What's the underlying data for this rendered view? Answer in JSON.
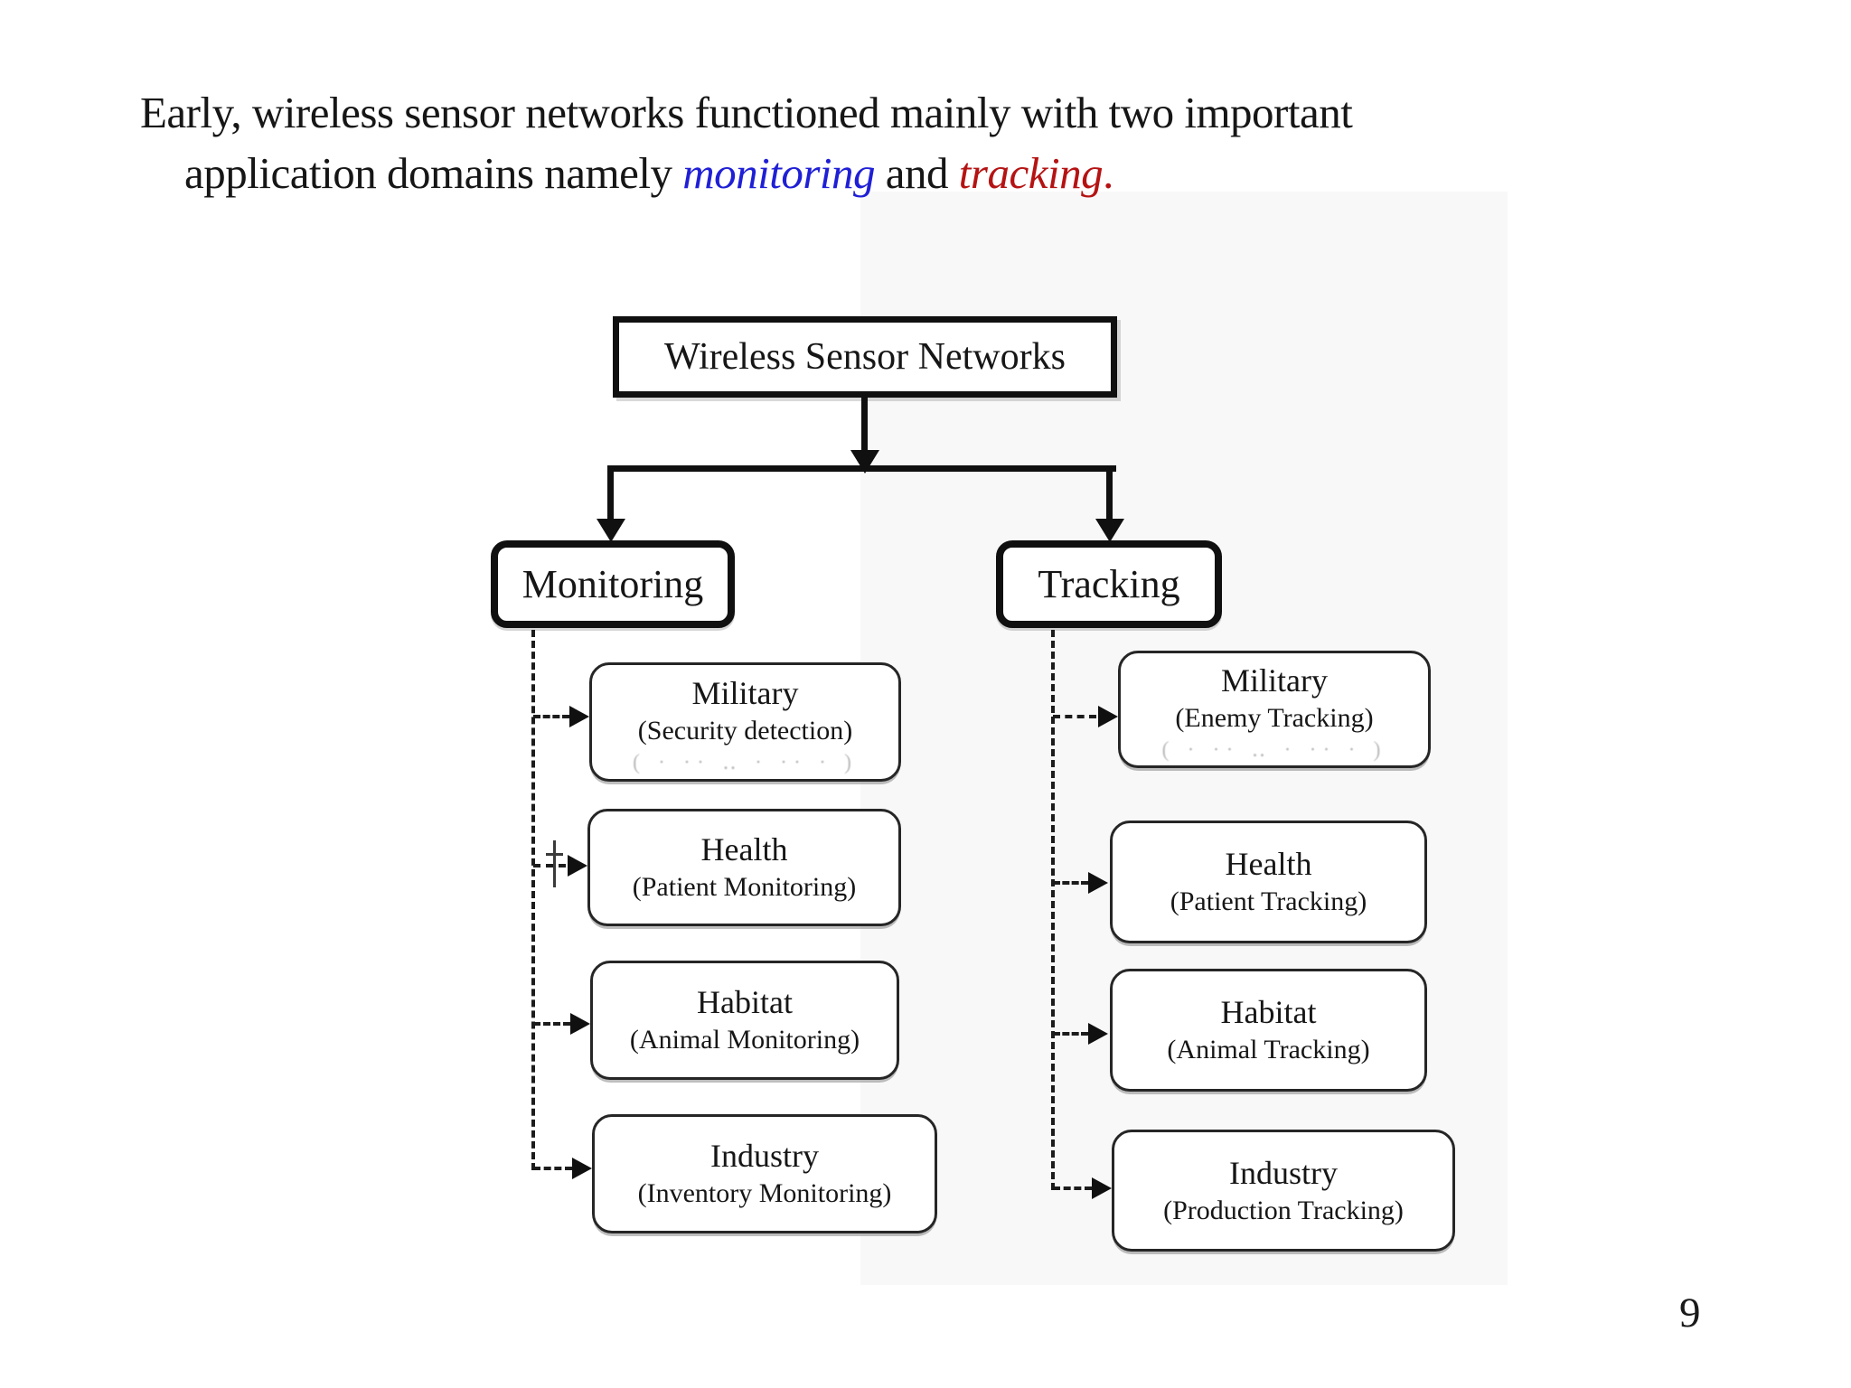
{
  "slide": {
    "title": {
      "line1": "Early, wireless sensor networks functioned mainly with two important",
      "line2_prefix": "application domains namely",
      "word_monitoring": "monitoring",
      "conjunction": "and",
      "word_tracking": "tracking",
      "period": "."
    },
    "page_number": "9"
  },
  "colors": {
    "monitoring_word": "#1F1FD6",
    "tracking_word": "#B51313",
    "body_text": "#161616",
    "diagram_line": "#101010"
  },
  "diagram": {
    "root": {
      "label": "Wireless Sensor Networks"
    },
    "branches": [
      {
        "label": "Monitoring",
        "children": [
          {
            "title": "Military",
            "subtitle": "(Security detection)",
            "remnant": "( ·  ··  ‥  ·  ··  · )"
          },
          {
            "title": "Health",
            "subtitle": "(Patient Monitoring)"
          },
          {
            "title": "Habitat",
            "subtitle": "(Animal Monitoring)"
          },
          {
            "title": "Industry",
            "subtitle": "(Inventory Monitoring)"
          }
        ]
      },
      {
        "label": "Tracking",
        "children": [
          {
            "title": "Military",
            "subtitle": "(Enemy Tracking)",
            "remnant": "( ·  ··  ‥  ·  ··  · )"
          },
          {
            "title": "Health",
            "subtitle": "(Patient Tracking)"
          },
          {
            "title": "Habitat",
            "subtitle": "(Animal Tracking)"
          },
          {
            "title": "Industry",
            "subtitle": "(Production Tracking)"
          }
        ]
      }
    ]
  }
}
